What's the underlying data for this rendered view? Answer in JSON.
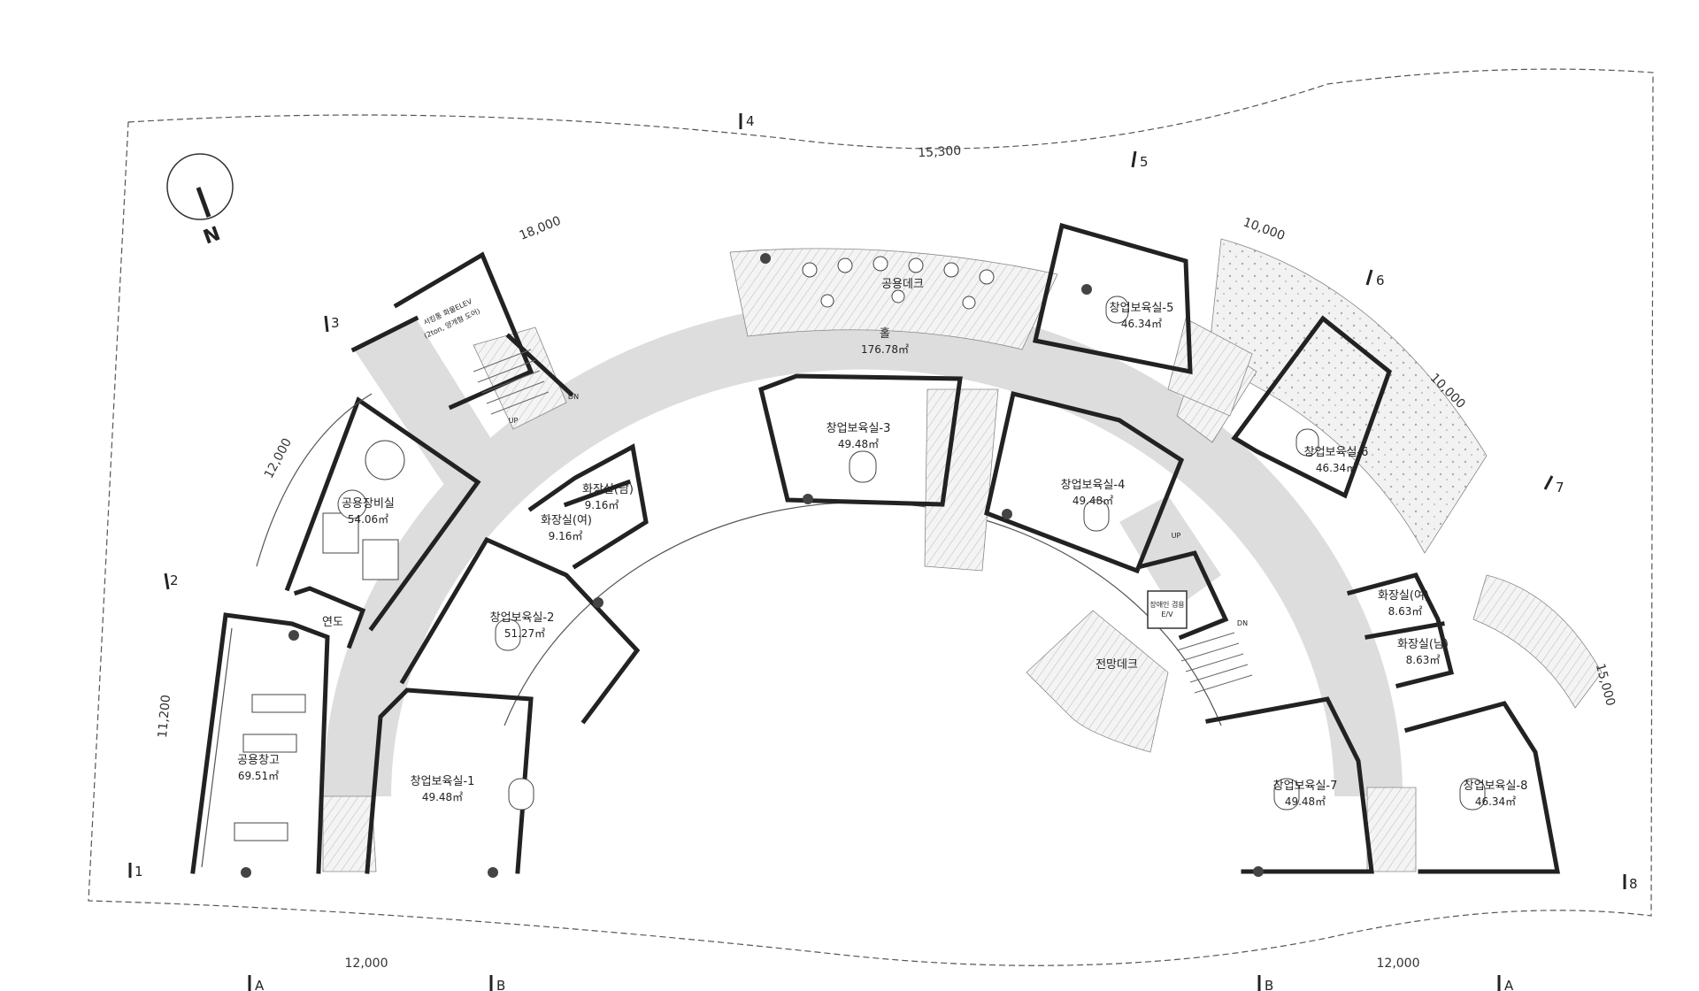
{
  "north": {
    "label": "N"
  },
  "rooms": {
    "hall": {
      "name": "홀",
      "area": "176.78㎡"
    },
    "deck_top": {
      "name": "공용데크"
    },
    "deck_view": {
      "name": "전망데크"
    },
    "r1": {
      "name": "창업보육실-1",
      "area": "49.48㎡"
    },
    "r2": {
      "name": "창업보육실-2",
      "area": "51.27㎡"
    },
    "r3": {
      "name": "창업보육실-3",
      "area": "49.48㎡"
    },
    "r4": {
      "name": "창업보육실-4",
      "area": "49.48㎡"
    },
    "r5": {
      "name": "창업보육실-5",
      "area": "46.34㎡"
    },
    "r6": {
      "name": "창업보육실-6",
      "area": "46.34㎡"
    },
    "r7": {
      "name": "창업보육실-7",
      "area": "49.48㎡"
    },
    "r8": {
      "name": "창업보육실-8",
      "area": "46.34㎡"
    },
    "equip": {
      "name": "공용장비실",
      "area": "54.06㎡"
    },
    "storage": {
      "name": "공용창고",
      "area": "69.51㎡"
    },
    "flue": {
      "name": "연도"
    },
    "wc_m_left": {
      "name": "화장실(남)",
      "area": "9.16㎡"
    },
    "wc_f_left": {
      "name": "화장실(여)",
      "area": "9.16㎡"
    },
    "wc_f_right": {
      "name": "화장실(여)",
      "area": "8.63㎡"
    },
    "wc_m_right": {
      "name": "화장실(남)",
      "area": "8.63㎡"
    },
    "freight_elev": {
      "line1": "서킹통 화물ELEV",
      "line2": "(2ton, 양개형 도어)"
    },
    "accessible_elev": {
      "line1": "장애인 겸용",
      "line2": "E/V"
    }
  },
  "stairs": {
    "left_up": "UP",
    "left_dn": "DN",
    "right_up": "UP",
    "right_dn": "DN"
  },
  "dimensions": {
    "top": "15,300",
    "upper_left": "18,000",
    "left_upper": "12,000",
    "left_lower": "11,200",
    "right_upper_1": "10,000",
    "right_upper_2": "10,000",
    "right_lower": "15,000",
    "bottom_left": "12,000",
    "bottom_right": "12,000"
  },
  "grid_axes": [
    "1",
    "2",
    "3",
    "4",
    "5",
    "6",
    "7",
    "8"
  ],
  "section_marks": [
    "A",
    "B",
    "B",
    "A"
  ]
}
